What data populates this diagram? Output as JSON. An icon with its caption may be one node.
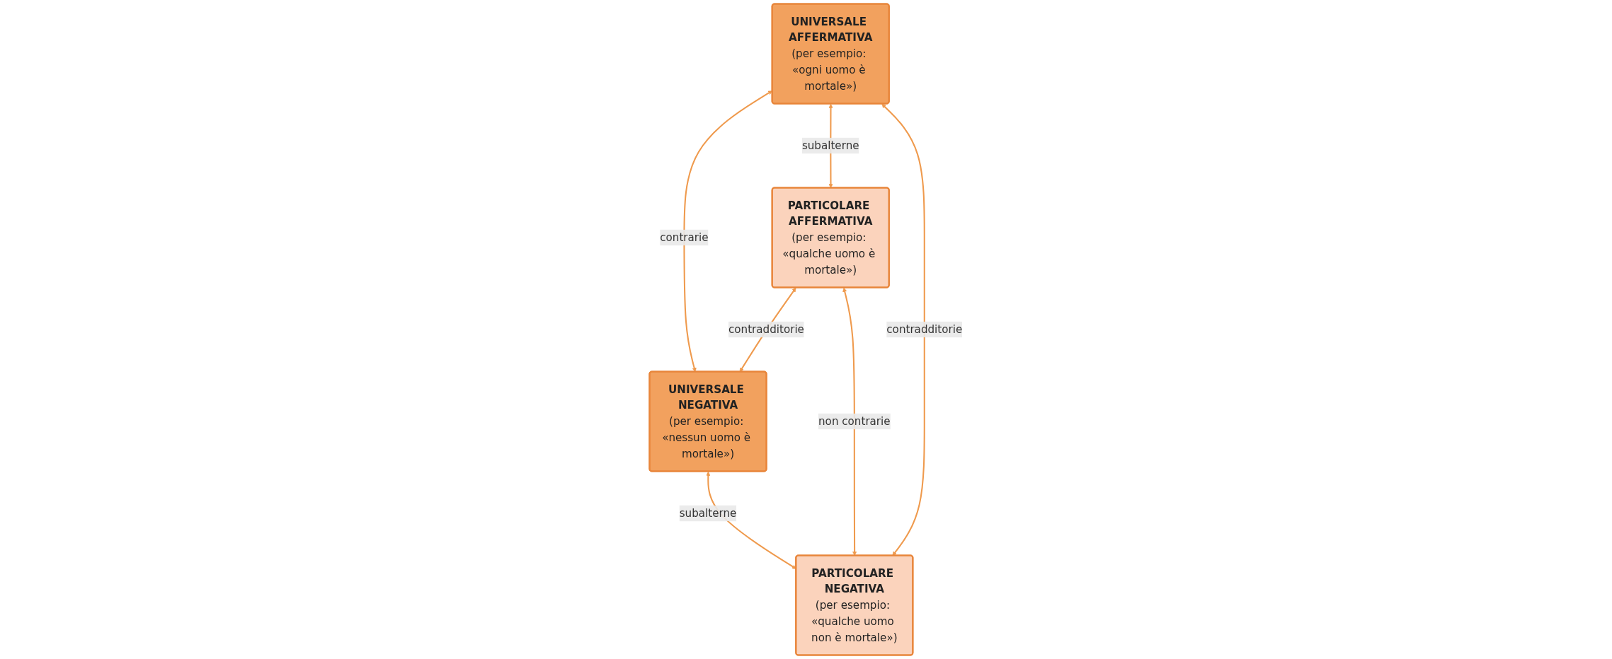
{
  "diagram": {
    "nodes": [
      {
        "text": [
          "UNIVERSALE AFFERMATIVA",
          "(per esempio: «ogni uomo è mortale»)"
        ]
      },
      {
        "text": [
          "UNIVERSALE NEGATIVA",
          "(per esempio: «nessun uomo è mortale»)"
        ]
      },
      {
        "text": [
          "PARTICOLARE AFFERMATIVA",
          "(per esempio: «qualche uomo è mortale»)"
        ]
      },
      {
        "text": [
          "PARTICOLARE NEGATIVA",
          "(per esempio: «qualche uomo non è mortale»)"
        ]
      }
    ],
    "edges": [
      {
        "from": 0,
        "to": 1,
        "arrow": "both",
        "label": "contrarie"
      },
      {
        "from": 0,
        "to": 2,
        "arrow": "both",
        "label": "subalterne"
      },
      {
        "from": 1,
        "to": 3,
        "arrow": "both",
        "label": "subalterne"
      },
      {
        "from": 2,
        "to": 1,
        "arrow": "both",
        "label": "contradditorie"
      },
      {
        "from": 0,
        "to": 3,
        "arrow": "both",
        "label": "contradditorie"
      },
      {
        "from": 2,
        "to": 3,
        "arrow": "both",
        "label": "non contrarie"
      }
    ]
  }
}
